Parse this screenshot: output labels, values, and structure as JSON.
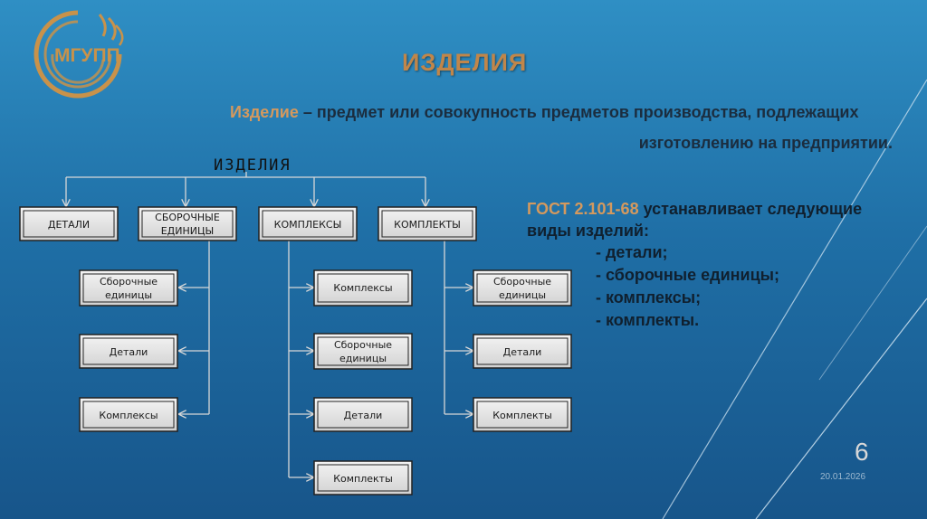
{
  "logo": {
    "text": "МГУПП"
  },
  "title": "ИЗДЕЛИЯ",
  "definition": {
    "term": "Изделие",
    "dash": " – ",
    "line1_rest": "предмет или совокупность предметов производства, подлежащих",
    "line2": "изготовлению на предприятии."
  },
  "gost": {
    "code": "ГОСТ 2.101-68",
    "line1_rest": " устанавливает следующие",
    "line2": "виды изделий:",
    "items": [
      "- детали;",
      "- сборочные единицы;",
      "- комплексы;",
      "- комплекты."
    ]
  },
  "diagram": {
    "root": "ИЗДЕЛИЯ",
    "top": [
      "ДЕТАЛИ",
      [
        "СБОРОЧНЫЕ",
        "ЕДИНИЦЫ"
      ],
      "КОМПЛЕКСЫ",
      "КОМПЛЕКТЫ"
    ],
    "col1": [
      [
        "Сборочные",
        "единицы"
      ],
      "Детали",
      "Комплексы"
    ],
    "col2": [
      "Комплексы",
      [
        "Сборочные",
        "единицы"
      ],
      "Детали",
      "Комплекты"
    ],
    "col3": [
      [
        "Сборочные",
        "единицы"
      ],
      "Детали",
      "Комплекты"
    ]
  },
  "page_number": "6",
  "date": "20.01.2026"
}
